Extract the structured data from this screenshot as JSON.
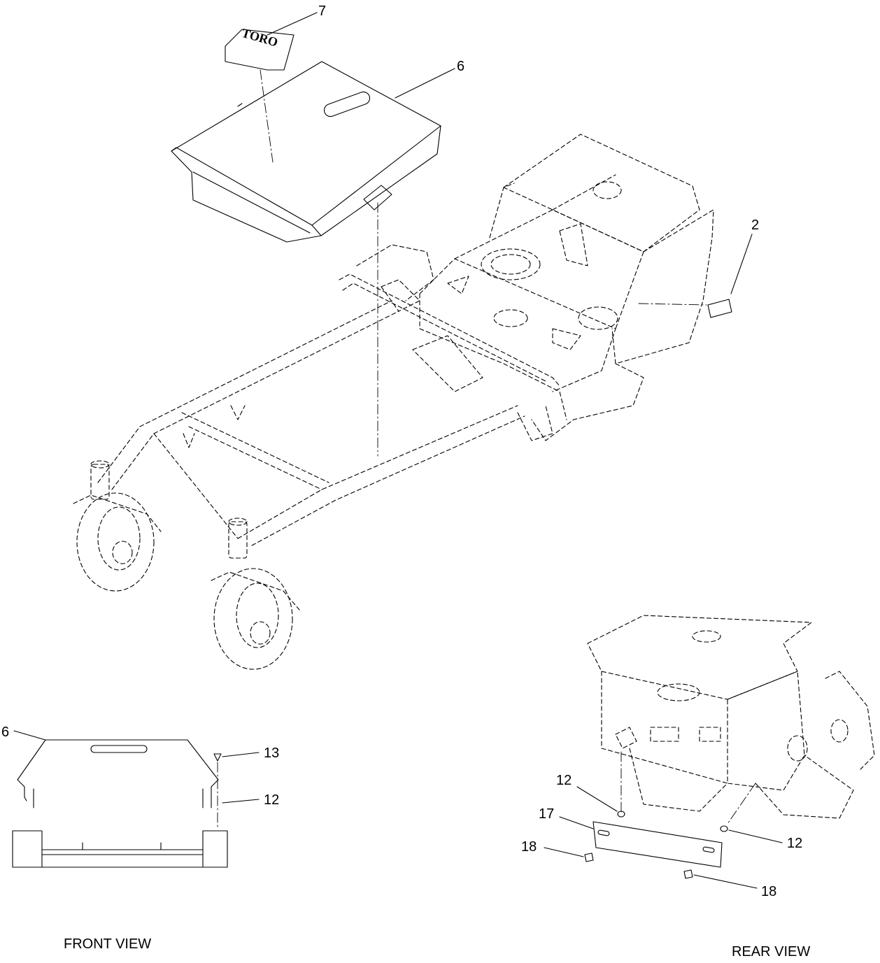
{
  "callouts": {
    "c7": "7",
    "c6_main": "6",
    "c2": "2",
    "c6_front": "6",
    "c13": "13",
    "c12_front": "12",
    "c12_rear_top": "12",
    "c17": "17",
    "c18_left": "18",
    "c12_rear_right": "12",
    "c18_right": "18"
  },
  "logo_text": "TORO",
  "view_labels": {
    "front": "FRONT VIEW",
    "rear": "REAR VIEW"
  },
  "colors": {
    "line": "#000000",
    "background": "#ffffff",
    "decal_fill": "#eeeeee"
  }
}
